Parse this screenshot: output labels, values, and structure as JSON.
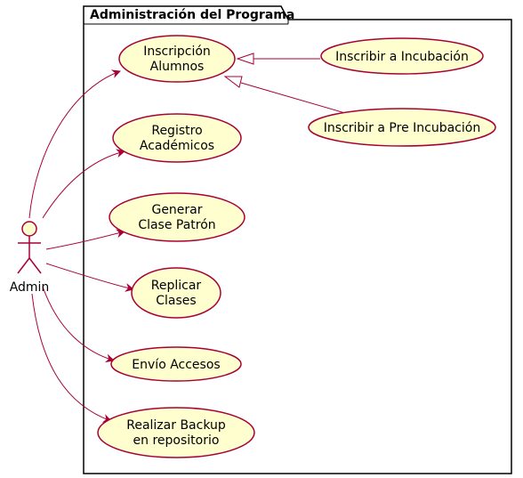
{
  "package": {
    "title": "Administración del Programa"
  },
  "actor": {
    "name": "Admin"
  },
  "use_cases": [
    {
      "id": "inscripcion",
      "lines": [
        "Inscripción",
        "Alumnos"
      ]
    },
    {
      "id": "registro",
      "lines": [
        "Registro",
        "Académicos"
      ]
    },
    {
      "id": "generar",
      "lines": [
        "Generar",
        "Clase Patrón"
      ]
    },
    {
      "id": "replicar",
      "lines": [
        "Replicar",
        "Clases"
      ]
    },
    {
      "id": "envio",
      "lines": [
        "Envío Accesos"
      ]
    },
    {
      "id": "backup",
      "lines": [
        "Realizar Backup",
        "en repositorio"
      ]
    },
    {
      "id": "incubacion",
      "lines": [
        "Inscribir a Incubación"
      ]
    },
    {
      "id": "preincubacion",
      "lines": [
        "Inscribir a Pre Incubación"
      ]
    }
  ],
  "relations": [
    {
      "type": "association",
      "from": "Admin",
      "to": "inscripcion"
    },
    {
      "type": "association",
      "from": "Admin",
      "to": "registro"
    },
    {
      "type": "association",
      "from": "Admin",
      "to": "generar"
    },
    {
      "type": "association",
      "from": "Admin",
      "to": "replicar"
    },
    {
      "type": "association",
      "from": "Admin",
      "to": "envio"
    },
    {
      "type": "association",
      "from": "Admin",
      "to": "backup"
    },
    {
      "type": "generalization",
      "from": "incubacion",
      "to": "inscripcion"
    },
    {
      "type": "generalization",
      "from": "preincubacion",
      "to": "inscripcion"
    }
  ],
  "colors": {
    "border": "#A80036",
    "fill": "#FEFECE",
    "package_border": "#000000"
  }
}
